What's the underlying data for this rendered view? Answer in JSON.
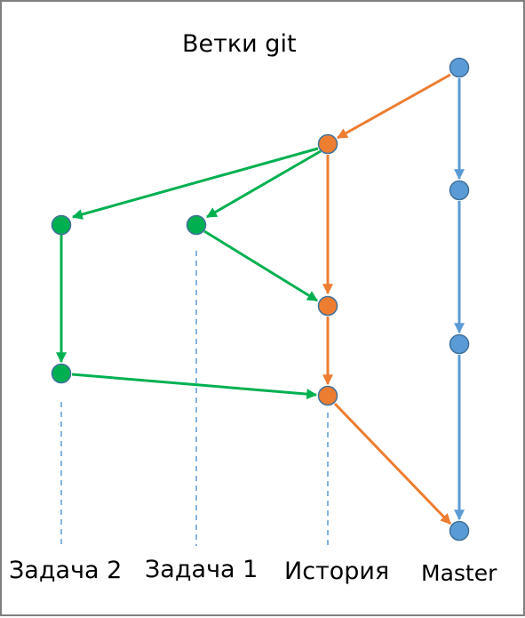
{
  "title": "Ветки git",
  "branches": {
    "task2": "Задача 2",
    "task1": "Задача 1",
    "history": "История",
    "master": "Master"
  },
  "colors": {
    "master": "#5b9bd5",
    "master_stroke": "#41719c",
    "history": "#ed7d31",
    "task": "#00b050",
    "dashed": "#5b9bd5",
    "border": "#7f7f7f"
  }
}
